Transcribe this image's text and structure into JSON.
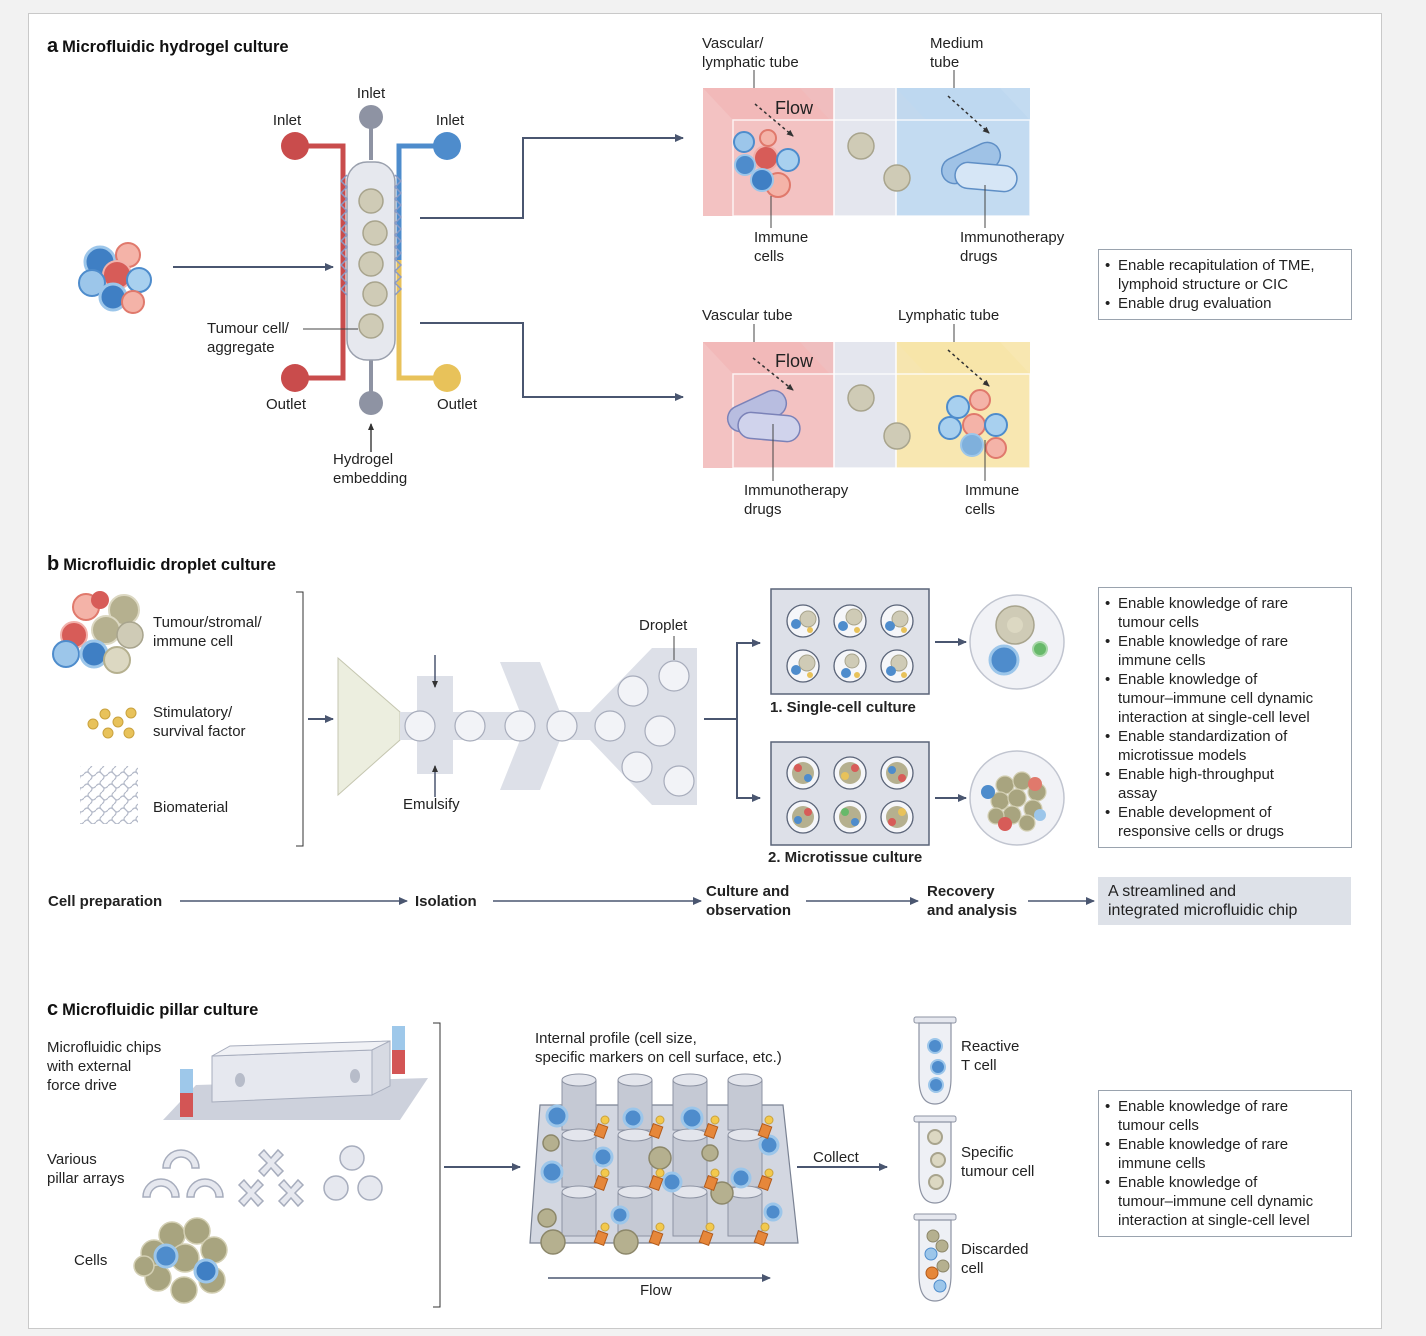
{
  "panel_a": {
    "letter": "a",
    "title": "Microfluidic hydrogel culture",
    "inlet_top": "Inlet",
    "inlet_left": "Inlet",
    "inlet_right": "Inlet",
    "outlet_left": "Outlet",
    "outlet_right": "Outlet",
    "tumour_label": "Tumour cell/\naggregate",
    "hydrogel_label": "Hydrogel\nembedding",
    "upper": {
      "left_tube": "Vascular/\nlymphatic tube",
      "right_tube": "Medium\ntube",
      "flow": "Flow",
      "bottom_left": "Immune\ncells",
      "bottom_right": "Immunotherapy\ndrugs"
    },
    "lower": {
      "left_tube": "Vascular tube",
      "right_tube": "Lymphatic tube",
      "flow": "Flow",
      "bottom_left": "Immunotherapy\ndrugs",
      "bottom_right": "Immune\ncells"
    },
    "benefits": [
      "Enable recapitulation of TME,\nlymphoid structure or CIC",
      "Enable drug evaluation"
    ]
  },
  "panel_b": {
    "letter": "b",
    "title": "Microfluidic droplet culture",
    "legend": [
      "Tumour/stromal/\nimmune cell",
      "Stimulatory/\nsurvival factor",
      "Biomaterial"
    ],
    "droplet_label": "Droplet",
    "emulsify_label": "Emulsify",
    "single_cell": "1. Single-cell culture",
    "microtissue": "2. Microtissue culture",
    "benefits": [
      "Enable knowledge of rare\ntumour cells",
      "Enable knowledge of rare\nimmune cells",
      "Enable knowledge of\ntumour–immune cell dynamic\ninteraction at single-cell level",
      "Enable standardization of\nmicrotissue models",
      "Enable high-throughput\nassay",
      "Enable development of\nresponsive cells or drugs"
    ],
    "workflow": [
      "Cell preparation",
      "Isolation",
      "Culture and\nobservation",
      "Recovery\nand analysis"
    ],
    "workflow_result": "A streamlined and\nintegrated microfluidic chip"
  },
  "panel_c": {
    "letter": "c",
    "title": "Microfluidic pillar culture",
    "chips_label": "Microfluidic chips\nwith external\nforce drive",
    "pillars_label": "Various\npillar arrays",
    "cells_label": "Cells",
    "profile_label": "Internal profile (cell size,\nspecific markers on cell surface, etc.)",
    "flow_label": "Flow",
    "collect_label": "Collect",
    "tubes": [
      "Reactive\nT cell",
      "Specific\ntumour cell",
      "Discarded\ncell"
    ],
    "benefits": [
      "Enable knowledge of rare\ntumour cells",
      "Enable knowledge of rare\nimmune cells",
      "Enable knowledge of\ntumour–immune cell dynamic\ninteraction at single-cell level"
    ]
  },
  "colors": {
    "arrow": "#4a5670",
    "red": "#c94c4c",
    "blue": "#4e8ccc",
    "yellow": "#e8c25a",
    "grey": "#8e93a3",
    "tumour": "#cfcbb6",
    "box_fill": "#dde1e8"
  }
}
